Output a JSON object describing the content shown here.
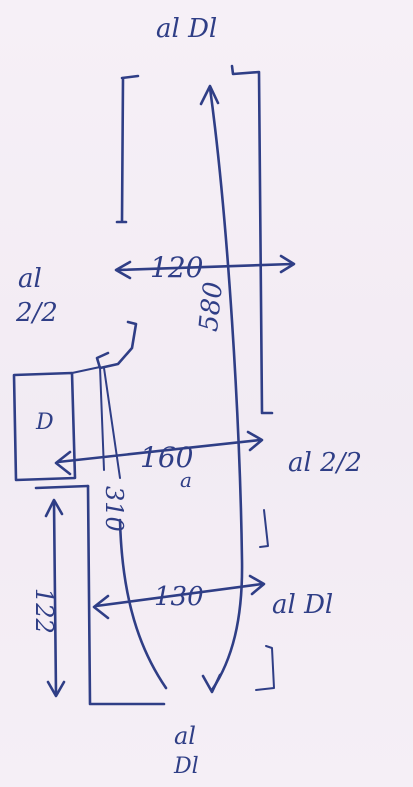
{
  "sketch": {
    "ink_color": "#2f3e86",
    "paper_color": "#f4edf4",
    "labels": {
      "top_right": "al Dl",
      "upper_left_line1": "al",
      "upper_left_line2": "2/2",
      "middle_right": "al 2/2",
      "lower_right": "al Dl",
      "bottom_line1": "al",
      "bottom_line2": "Dl"
    },
    "dimensions": {
      "upper_width": "120",
      "middle_width": "160",
      "middle_width_suffix": "a",
      "lower_width": "130",
      "total_height": "580",
      "middle_height": "310",
      "lower_height": "122",
      "box_mark": "D"
    }
  }
}
